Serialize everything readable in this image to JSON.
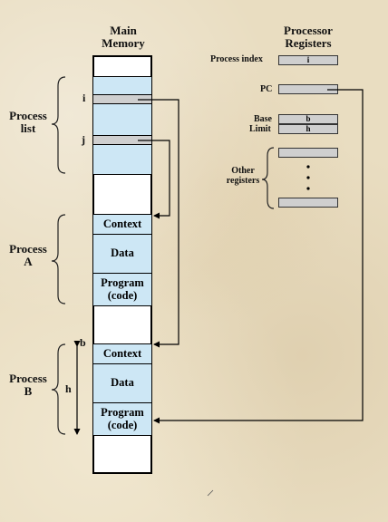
{
  "memory": {
    "title_line1": "Main",
    "title_line2": "Memory",
    "pointer_i": "i",
    "pointer_j": "j",
    "context_a": "Context",
    "data_a": "Data",
    "program_a_line1": "Program",
    "program_a_line2": "(code)",
    "context_b": "Context",
    "data_b": "Data",
    "program_b_line1": "Program",
    "program_b_line2": "(code)"
  },
  "left_labels": {
    "process_list_line1": "Process",
    "process_list_line2": "list",
    "process_a_line1": "Process",
    "process_a_line2": "A",
    "process_b_line1": "Process",
    "process_b_line2": "B",
    "base_marker": "b",
    "height_marker": "h"
  },
  "registers": {
    "title_line1": "Processor",
    "title_line2": "Registers",
    "process_index_label": "Process index",
    "process_index_value": "i",
    "pc_label": "PC",
    "base_label": "Base",
    "base_value": "b",
    "limit_label": "Limit",
    "limit_value": "h",
    "other_line1": "Other",
    "other_line2": "registers"
  }
}
